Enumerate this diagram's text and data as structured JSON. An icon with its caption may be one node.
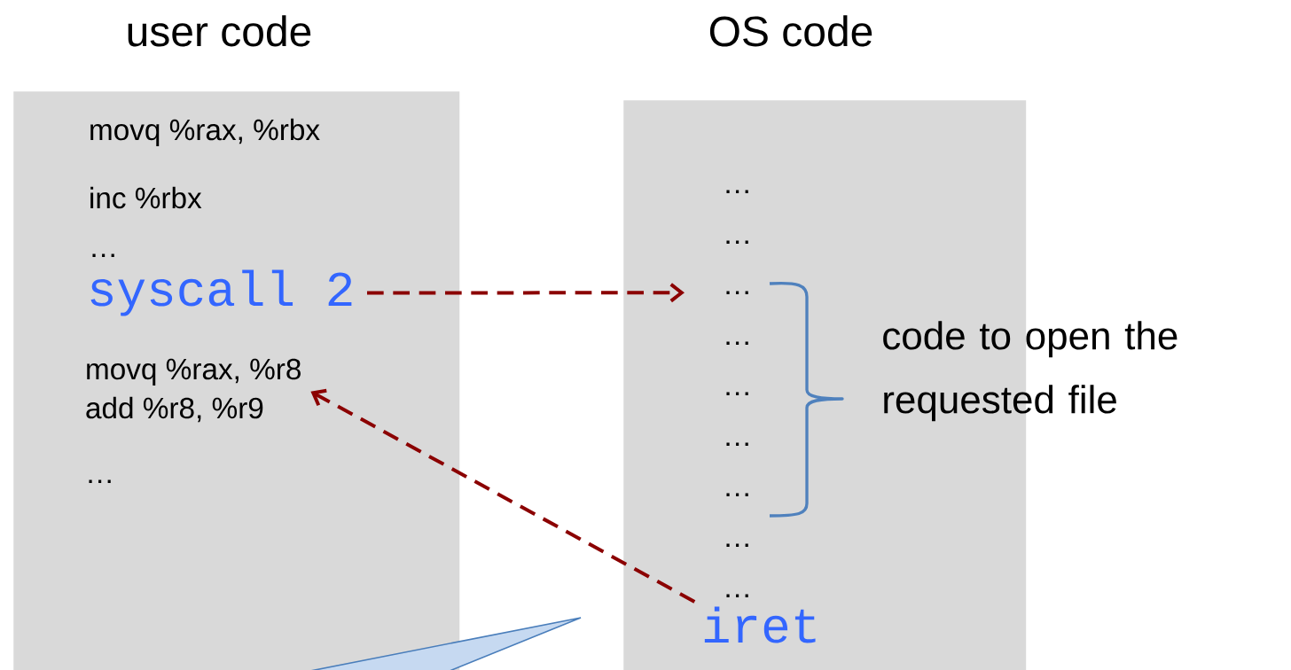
{
  "diagram": {
    "nodes": [
      {
        "text": [
          "user code"
        ]
      },
      {
        "text": [
          "movq %rax, %rbx"
        ],
        "in": 0
      },
      {
        "text": [
          "inc %rbx"
        ],
        "in": 0
      },
      {
        "text": [
          "…"
        ],
        "in": 0
      },
      {
        "text": [
          "syscall 2"
        ],
        "in": 0
      },
      {
        "text": [
          "movq %rax, %r8"
        ],
        "in": 0
      },
      {
        "text": [
          "add %r8, %r9"
        ],
        "in": 0
      },
      {
        "text": [
          "…"
        ],
        "in": 0
      },
      {
        "text": [
          "OS code"
        ]
      },
      {
        "text": [
          "…"
        ],
        "in": 8
      },
      {
        "text": [
          "…"
        ],
        "in": 8
      },
      {
        "text": [
          "…"
        ],
        "in": 8
      },
      {
        "text": [
          "…"
        ],
        "in": 8
      },
      {
        "text": [
          "…"
        ],
        "in": 8
      },
      {
        "text": [
          "…"
        ],
        "in": 8
      },
      {
        "text": [
          "…"
        ],
        "in": 8
      },
      {
        "text": [
          "…"
        ],
        "in": 8
      },
      {
        "text": [
          "…"
        ],
        "in": 8
      },
      {
        "text": [
          "iret"
        ],
        "in": 8
      }
    ],
    "edges": [
      {
        "from": 4,
        "to": 11,
        "arrow": "to",
        "style": "dashed",
        "color": "#8b0000"
      },
      {
        "from": 18,
        "to": 5,
        "arrow": "to",
        "style": "dashed",
        "color": "#8b0000"
      }
    ],
    "labels": [
      "code to open the requested file"
    ]
  }
}
